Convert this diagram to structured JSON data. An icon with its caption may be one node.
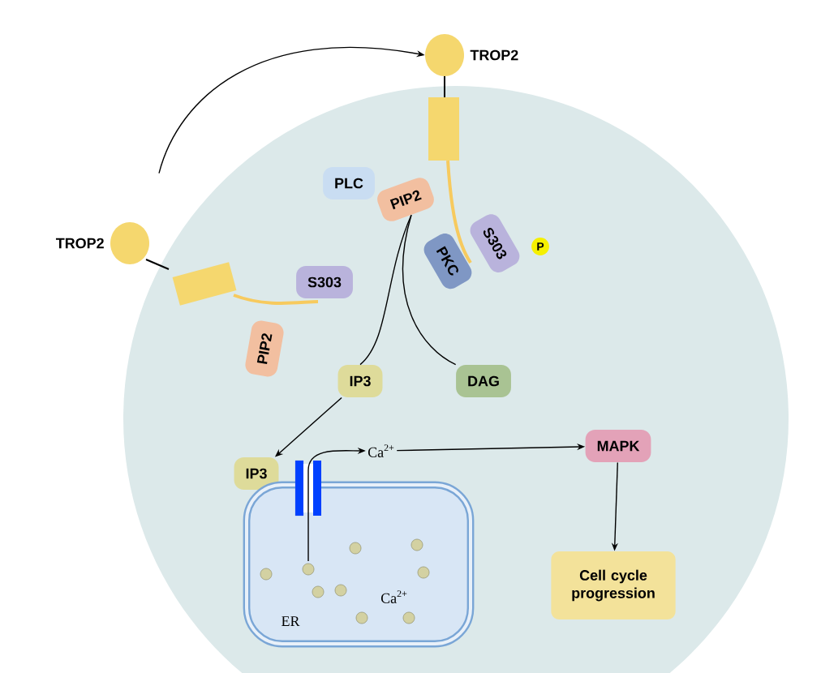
{
  "diagram": {
    "nodes": [
      {
        "text": [
          "TROP2"
        ]
      },
      {
        "text": [
          "TROP2"
        ]
      },
      {
        "text": [
          "PLC"
        ]
      },
      {
        "text": [
          "PIP2"
        ]
      },
      {
        "text": [
          "S303"
        ]
      },
      {
        "text": [
          "PKC"
        ]
      },
      {
        "text": [
          "P"
        ]
      },
      {
        "text": [
          "S303"
        ]
      },
      {
        "text": [
          "PIP2"
        ]
      },
      {
        "text": [
          "IP3"
        ]
      },
      {
        "text": [
          "DAG"
        ]
      },
      {
        "text": [
          "IP3"
        ]
      },
      {
        "text": [
          "Ca$^{2+}$"
        ]
      },
      {
        "text": [
          "MAPK"
        ]
      },
      {
        "text": [
          "Cell cycle progression"
        ]
      },
      {
        "text": [
          "ER",
          "Ca$^{2+}$"
        ]
      }
    ],
    "edges": [
      {
        "from": 0,
        "to": 1,
        "arrow": "to"
      },
      {
        "from": 3,
        "to": 9,
        "arrow": "none"
      },
      {
        "from": 3,
        "to": 10,
        "arrow": "none"
      },
      {
        "from": 9,
        "to": 11,
        "arrow": "to"
      },
      {
        "from": 15,
        "to": 12,
        "arrow": "to"
      },
      {
        "from": 12,
        "to": 13,
        "arrow": "to"
      },
      {
        "from": 13,
        "to": 14,
        "arrow": "to"
      }
    ]
  }
}
